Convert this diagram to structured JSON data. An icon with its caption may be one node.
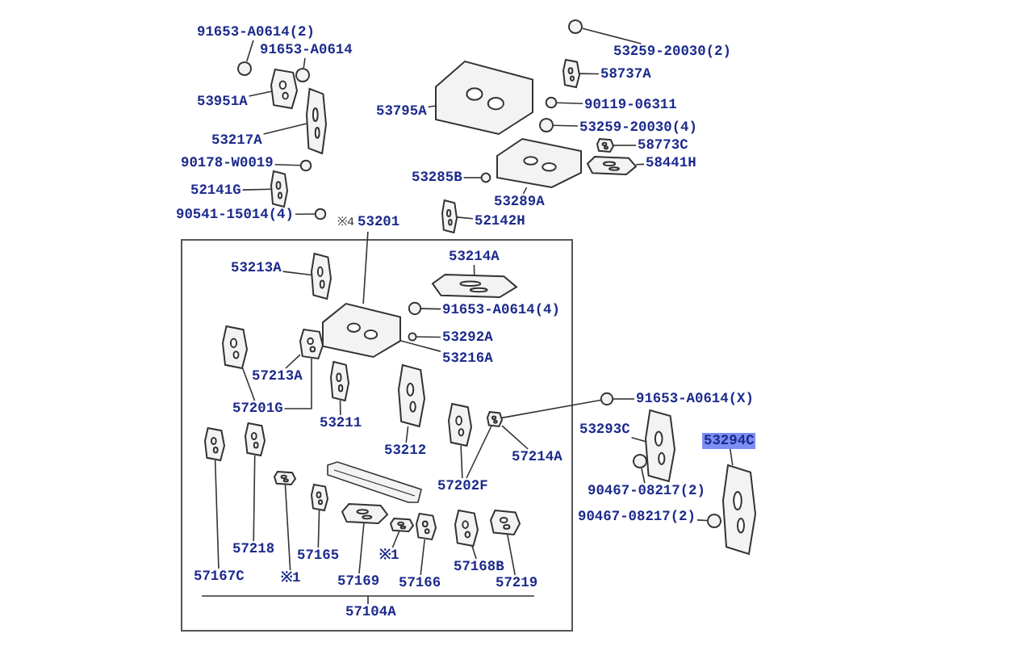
{
  "diagram": {
    "nodes": [
      {
        "text": [
          "91653-A0614(2)"
        ]
      },
      {
        "text": [
          "91653-A0614"
        ]
      },
      {
        "text": [
          "53951A"
        ]
      },
      {
        "text": [
          "53217A"
        ]
      },
      {
        "text": [
          "90178-W0019"
        ]
      },
      {
        "text": [
          "52141G"
        ]
      },
      {
        "text": [
          "90541-15014(4)"
        ]
      },
      {
        "text": [
          "※4",
          "53201"
        ]
      },
      {
        "text": [
          "53795A"
        ]
      },
      {
        "text": [
          "53259-20030(2)"
        ]
      },
      {
        "text": [
          "58737A"
        ]
      },
      {
        "text": [
          "90119-06311"
        ]
      },
      {
        "text": [
          "53259-20030(4)"
        ]
      },
      {
        "text": [
          "58773C"
        ]
      },
      {
        "text": [
          "58441H"
        ]
      },
      {
        "text": [
          "53285B"
        ]
      },
      {
        "text": [
          "53289A"
        ]
      },
      {
        "text": [
          "52142H"
        ]
      },
      {
        "text": [
          "53213A"
        ]
      },
      {
        "text": [
          "53214A"
        ]
      },
      {
        "text": [
          "91653-A0614(4)"
        ]
      },
      {
        "text": [
          "53292A"
        ]
      },
      {
        "text": [
          "53216A"
        ]
      },
      {
        "text": [
          "57213A"
        ]
      },
      {
        "text": [
          "57201G"
        ]
      },
      {
        "text": [
          "53211"
        ]
      },
      {
        "text": [
          "53212"
        ]
      },
      {
        "text": [
          "57214A"
        ]
      },
      {
        "text": [
          "57202F"
        ]
      },
      {
        "text": [
          "91653-A0614(X)"
        ]
      },
      {
        "text": [
          "53293C"
        ]
      },
      {
        "text": [
          "53294C"
        ]
      },
      {
        "text": [
          "90467-08217(2)"
        ]
      },
      {
        "text": [
          "90467-08217(2)"
        ]
      },
      {
        "text": [
          "57218"
        ]
      },
      {
        "text": [
          "57165"
        ]
      },
      {
        "text": [
          "※1"
        ]
      },
      {
        "text": [
          "57167C"
        ]
      },
      {
        "text": [
          "57169"
        ]
      },
      {
        "text": [
          "※1"
        ]
      },
      {
        "text": [
          "57166"
        ]
      },
      {
        "text": [
          "57168B"
        ]
      },
      {
        "text": [
          "57219"
        ]
      },
      {
        "text": [],
        "shape": "circle"
      },
      {
        "text": [],
        "shape": "circle"
      },
      {
        "text": [],
        "shape": "picture"
      },
      {
        "text": [],
        "shape": "picture"
      },
      {
        "text": [],
        "shape": "circle"
      },
      {
        "text": [],
        "shape": "picture"
      },
      {
        "text": [],
        "shape": "circle"
      },
      {
        "text": [],
        "shape": "picture"
      },
      {
        "text": [],
        "shape": "circle"
      },
      {
        "text": [],
        "shape": "picture"
      },
      {
        "text": [],
        "shape": "circle"
      },
      {
        "text": [],
        "shape": "circle"
      },
      {
        "text": [],
        "shape": "picture"
      },
      {
        "text": [],
        "shape": "picture"
      },
      {
        "text": [],
        "shape": "circle"
      },
      {
        "text": [],
        "shape": "picture"
      },
      {
        "text": [],
        "shape": "picture"
      },
      {
        "text": [],
        "shape": "picture"
      },
      {
        "text": [],
        "shape": "picture"
      },
      {
        "text": [],
        "shape": "circle"
      },
      {
        "text": [],
        "shape": "circle"
      },
      {
        "text": [],
        "shape": "picture"
      },
      {
        "text": [],
        "shape": "picture"
      },
      {
        "text": [],
        "shape": "picture"
      },
      {
        "text": [],
        "shape": "picture"
      },
      {
        "text": [],
        "shape": "picture"
      },
      {
        "text": [],
        "shape": "picture"
      },
      {
        "text": [],
        "shape": "picture"
      },
      {
        "text": [],
        "shape": "circle"
      },
      {
        "text": [],
        "shape": "picture"
      },
      {
        "text": [],
        "shape": "picture"
      },
      {
        "text": [],
        "shape": "circle"
      },
      {
        "text": [],
        "shape": "circle"
      },
      {
        "text": [],
        "shape": "picture"
      },
      {
        "text": [],
        "shape": "picture"
      },
      {
        "text": [],
        "shape": "picture"
      },
      {
        "text": [],
        "shape": "picture"
      },
      {
        "text": [],
        "shape": "picture"
      },
      {
        "text": [],
        "shape": "picture"
      },
      {
        "text": [],
        "shape": "picture"
      },
      {
        "text": [],
        "shape": "picture"
      },
      {
        "text": [],
        "shape": "picture"
      }
    ],
    "edges": [
      {
        "from": 0,
        "to": 43,
        "arrow": "none"
      },
      {
        "from": 1,
        "to": 44,
        "arrow": "none"
      },
      {
        "from": 2,
        "to": 45,
        "arrow": "none"
      },
      {
        "from": 3,
        "to": 46,
        "arrow": "none"
      },
      {
        "from": 4,
        "to": 47,
        "arrow": "none"
      },
      {
        "from": 5,
        "to": 48,
        "arrow": "none"
      },
      {
        "from": 6,
        "to": 49,
        "arrow": "none"
      },
      {
        "from": 7,
        "to": 64,
        "arrow": "none"
      },
      {
        "from": 8,
        "to": 50,
        "arrow": "none"
      },
      {
        "from": 9,
        "to": 51,
        "arrow": "none"
      },
      {
        "from": 10,
        "to": 52,
        "arrow": "none"
      },
      {
        "from": 11,
        "to": 53,
        "arrow": "none"
      },
      {
        "from": 12,
        "to": 54,
        "arrow": "none"
      },
      {
        "from": 13,
        "to": 55,
        "arrow": "none"
      },
      {
        "from": 14,
        "to": 56,
        "arrow": "none"
      },
      {
        "from": 15,
        "to": 57,
        "arrow": "none"
      },
      {
        "from": 16,
        "to": 58,
        "arrow": "none"
      },
      {
        "from": 17,
        "to": 59,
        "arrow": "none"
      },
      {
        "from": 18,
        "to": 60,
        "arrow": "none"
      },
      {
        "from": 19,
        "to": 61,
        "arrow": "none"
      },
      {
        "from": 20,
        "to": 62,
        "arrow": "none"
      },
      {
        "from": 21,
        "to": 63,
        "arrow": "none"
      },
      {
        "from": 22,
        "to": 64,
        "arrow": "none"
      },
      {
        "from": 23,
        "to": 66,
        "arrow": "none"
      },
      {
        "from": 24,
        "to": 67,
        "arrow": "none"
      },
      {
        "from": 24,
        "to": 66,
        "arrow": "none"
      },
      {
        "from": 25,
        "to": 65,
        "arrow": "none"
      },
      {
        "from": 26,
        "to": 68,
        "arrow": "none"
      },
      {
        "from": 27,
        "to": 70,
        "arrow": "none"
      },
      {
        "from": 28,
        "to": 69,
        "arrow": "none"
      },
      {
        "from": 28,
        "to": 70,
        "arrow": "none"
      },
      {
        "from": 29,
        "to": 71,
        "arrow": "none"
      },
      {
        "from": 71,
        "to": 70,
        "arrow": "none"
      },
      {
        "from": 30,
        "to": 72,
        "arrow": "none"
      },
      {
        "from": 31,
        "to": 73,
        "arrow": "none"
      },
      {
        "from": 32,
        "to": 74,
        "arrow": "none"
      },
      {
        "from": 33,
        "to": 75,
        "arrow": "none"
      },
      {
        "from": 37,
        "to": 76,
        "arrow": "none"
      },
      {
        "from": 34,
        "to": 77,
        "arrow": "none"
      },
      {
        "from": 36,
        "to": 78,
        "arrow": "none"
      },
      {
        "from": 35,
        "to": 79,
        "arrow": "none"
      },
      {
        "from": 38,
        "to": 80,
        "arrow": "none"
      },
      {
        "from": 39,
        "to": 81,
        "arrow": "none"
      },
      {
        "from": 40,
        "to": 82,
        "arrow": "none"
      },
      {
        "from": 41,
        "to": 83,
        "arrow": "none"
      },
      {
        "from": 42,
        "to": 84,
        "arrow": "none"
      }
    ],
    "labels": [
      "57104A"
    ]
  }
}
